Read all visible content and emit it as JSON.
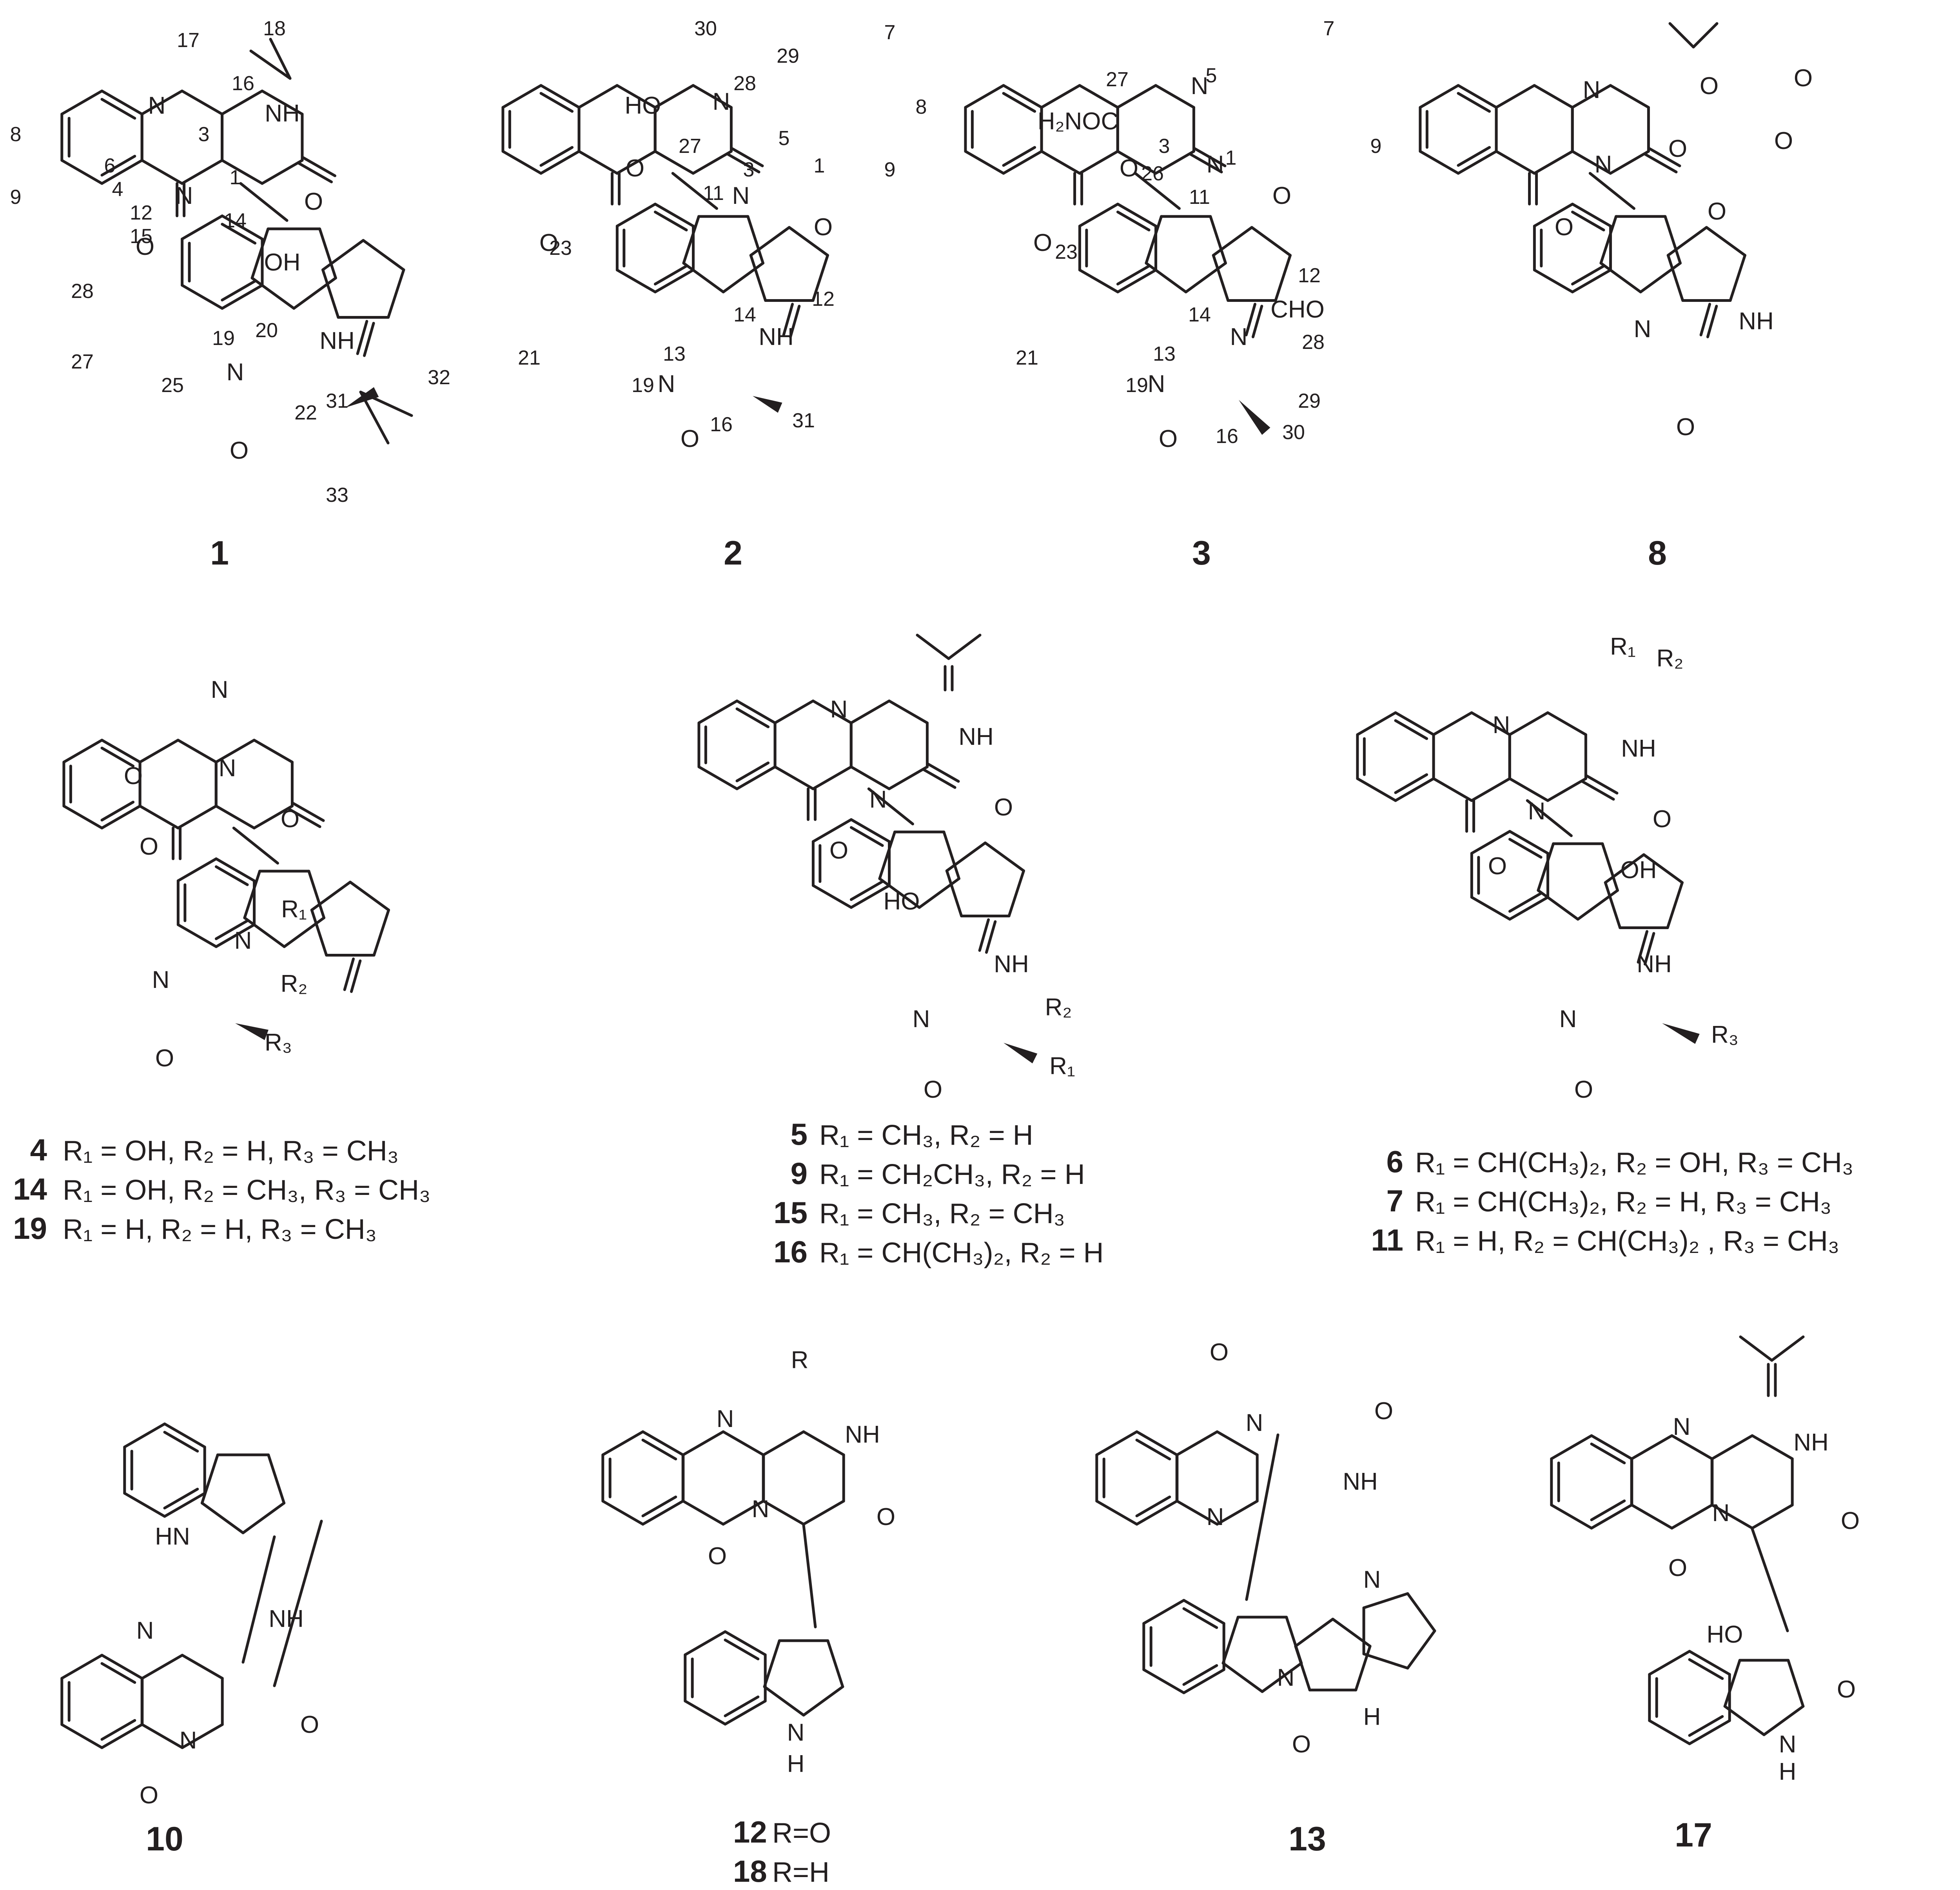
{
  "figure": {
    "compounds": [
      {
        "id": "1",
        "atoms": [
          "N",
          "NH",
          "N",
          "O",
          "O",
          "OH",
          "N",
          "NH",
          "O"
        ],
        "numbers": [
          "17",
          "18",
          "16",
          "3",
          "8",
          "6",
          "4",
          "1",
          "9",
          "12",
          "14",
          "15",
          "28",
          "19",
          "20",
          "27",
          "25",
          "22",
          "31",
          "32",
          "33"
        ]
      },
      {
        "id": "2",
        "atoms": [
          "HO",
          "N",
          "N",
          "O",
          "O",
          "O",
          "NH",
          "N",
          "O"
        ],
        "numbers": [
          "30",
          "29",
          "28",
          "27",
          "5",
          "7",
          "8",
          "9",
          "1",
          "3",
          "11",
          "23",
          "13",
          "14",
          "12",
          "21",
          "19",
          "16",
          "31"
        ]
      },
      {
        "id": "3",
        "atoms": [
          "H₂NOC",
          "N",
          "N",
          "O",
          "O",
          "O",
          "N",
          "CHO",
          "N",
          "O"
        ],
        "numbers": [
          "7",
          "27",
          "5",
          "3",
          "1",
          "9",
          "26",
          "11",
          "23",
          "13",
          "14",
          "12",
          "28",
          "21",
          "19",
          "16",
          "29",
          "30"
        ]
      },
      {
        "id": "8",
        "atoms": [
          "N",
          "N",
          "O",
          "O",
          "O",
          "O",
          "O",
          "O",
          "N",
          "NH",
          "O"
        ]
      },
      {
        "id": "4, 14, 19",
        "atoms": [
          "N",
          "N",
          "O",
          "O",
          "O",
          "N",
          "N",
          "R₁",
          "R₂",
          "R₃",
          "O"
        ]
      },
      {
        "id": "5, 9, 15, 16",
        "atoms": [
          "N",
          "NH",
          "N",
          "O",
          "O",
          "HO",
          "N",
          "NH",
          "R₂",
          "R₁",
          "O"
        ]
      },
      {
        "id": "6, 7, 11",
        "atoms": [
          "R₁",
          "R₂",
          "N",
          "NH",
          "N",
          "O",
          "O",
          "OH",
          "N",
          "NH",
          "R₃",
          "O"
        ]
      },
      {
        "id": "10",
        "atoms": [
          "HN",
          "N",
          "NH",
          "N",
          "O",
          "O"
        ]
      },
      {
        "id": "12, 18",
        "atoms": [
          "R",
          "N",
          "NH",
          "N",
          "O",
          "O",
          "N",
          "H"
        ]
      },
      {
        "id": "13",
        "atoms": [
          "O",
          "N",
          "O",
          "N",
          "NH",
          "N",
          "N",
          "O",
          "H"
        ]
      },
      {
        "id": "17",
        "atoms": [
          "N",
          "NH",
          "N",
          "O",
          "O",
          "HO",
          "O",
          "N",
          "H"
        ]
      }
    ],
    "labels": {
      "c1": "1",
      "c2": "2",
      "c3": "3",
      "c8": "8",
      "c10": "10",
      "c12": "12",
      "c18": "18",
      "c13": "13",
      "c17": "17",
      "s12": " R=O",
      "s18": " R=H",
      "series_a": [
        {
          "num": "4",
          "text": "R₁ = OH, R₂ = H, R₃ = CH₃"
        },
        {
          "num": "14",
          "text": "R₁ = OH, R₂ = CH₃, R₃ = CH₃"
        },
        {
          "num": "19",
          "text": "R₁ = H, R₂ = H, R₃ = CH₃"
        }
      ],
      "series_b": [
        {
          "num": "5",
          "text": "R₁ = CH₃, R₂ = H"
        },
        {
          "num": "9",
          "text": "R₁ = CH₂CH₃, R₂ = H"
        },
        {
          "num": "15",
          "text": "R₁ = CH₃, R₂ = CH₃"
        },
        {
          "num": "16",
          "text": "R₁ = CH(CH₃)₂, R₂ = H"
        }
      ],
      "series_c": [
        {
          "num": "6",
          "text": "R₁ = CH(CH₃)₂, R₂ = OH, R₃ = CH₃"
        },
        {
          "num": "7",
          "text": "R₁ = CH(CH₃)₂, R₂ = H, R₃ = CH₃"
        },
        {
          "num": "11",
          "text": "R₁ = H, R₂ = CH(CH₃)₂ , R₃ = CH₃"
        }
      ]
    }
  }
}
